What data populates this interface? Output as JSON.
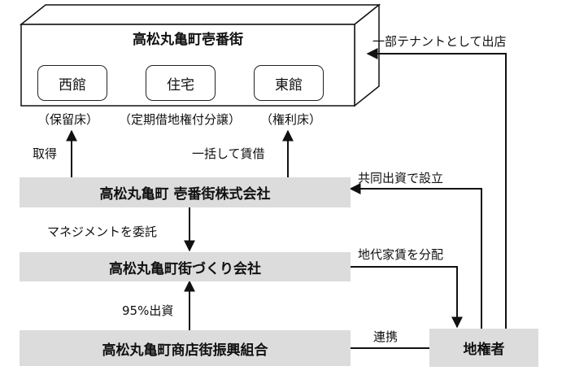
{
  "building": {
    "title": "高松丸亀町壱番街",
    "halls": [
      {
        "name": "西館",
        "floor": "（保留床）"
      },
      {
        "name": "住宅",
        "floor": "（定期借地権付分譲）"
      },
      {
        "name": "東館",
        "floor": "（権利床）"
      }
    ]
  },
  "entities": {
    "company": "高松丸亀町 壱番街株式会社",
    "machizukuri": "高松丸亀町街づくり会社",
    "union": "高松丸亀町商店街振興組合",
    "landowners": "地権者"
  },
  "flows": {
    "acquire": "取得",
    "lease_all": "一括して賃借",
    "tenant": "一部テナントとして出店",
    "joint": "共同出資で設立",
    "management": "マネジメントを委託",
    "rent": "地代家賃を分配",
    "invest": "95%出資",
    "partner": "連携"
  }
}
